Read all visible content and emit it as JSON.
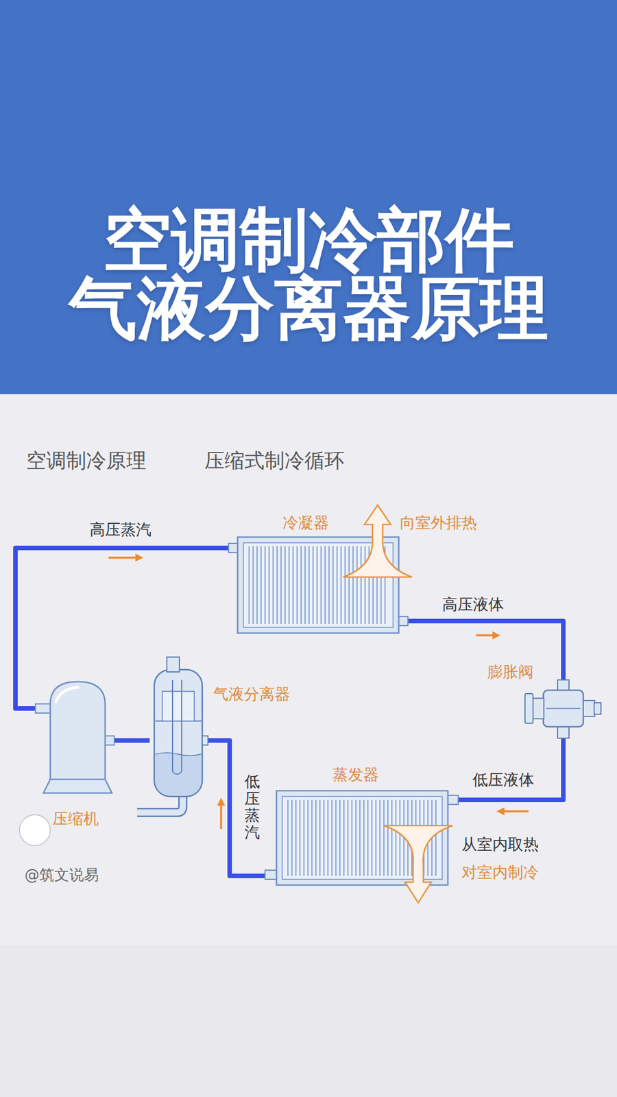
{
  "diagram": {
    "title": "空调制冷部件 气液分离器原理",
    "nodes": [
      {
        "text": [
          "冷凝器"
        ]
      },
      {
        "text": [
          "膨胀阀"
        ]
      },
      {
        "text": [
          "压缩机"
        ]
      },
      {
        "text": [
          "气液分离器"
        ]
      },
      {
        "text": [
          "蒸发器"
        ]
      }
    ],
    "edges": [
      {
        "from": 2,
        "to": 0,
        "arrow": "to",
        "label": "高压蒸汽"
      },
      {
        "from": 0,
        "to": 1,
        "arrow": "to",
        "label": "高压液体"
      },
      {
        "from": 1,
        "to": 4,
        "arrow": "to",
        "label": "低压液体"
      },
      {
        "from": 4,
        "to": 3,
        "arrow": "to",
        "label": "低压蒸汽"
      },
      {
        "from": 3,
        "to": 2,
        "arrow": "none"
      }
    ],
    "labels": [
      "空调制冷原理",
      "压缩式制冷循环",
      "向室外排热",
      "从室内取热",
      "对室内制冷",
      "@筑文说易"
    ]
  }
}
